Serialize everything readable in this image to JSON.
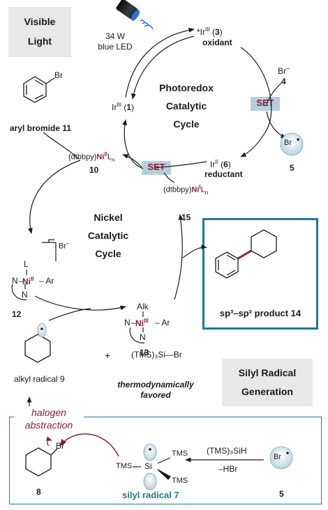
{
  "visible_light": [
    "Visible",
    "Light"
  ],
  "led": {
    "power": "34 W",
    "color": "blue LED"
  },
  "ir_star": {
    "sym": "*Ir",
    "ox": "III",
    "num": "3"
  },
  "oxidant": "oxidant",
  "bromide_anion": {
    "sym": "Br",
    "charge": "–",
    "num": "4"
  },
  "set_label": "SET",
  "photoredox": [
    "Photoredox",
    "Catalytic",
    "Cycle"
  ],
  "ir1": {
    "sym": "Ir",
    "ox": "III",
    "num": "1"
  },
  "ir6": {
    "sym": "Ir",
    "ox": "II",
    "num": "6"
  },
  "reductant": "reductant",
  "br_radical": {
    "sym": "Br",
    "num": "5"
  },
  "aryl_bromide": {
    "br": "Br",
    "label": "aryl bromide 11"
  },
  "ni0": {
    "ligand": "(dtbbpy)",
    "metal": "Ni",
    "ox": "0",
    "ln": "L",
    "n": "n",
    "num": "10"
  },
  "ni1": {
    "ligand": "(dtbbpy)",
    "metal": "Ni",
    "ox": "I",
    "ln": "L",
    "n": "n",
    "num": "15"
  },
  "nickel": [
    "Nickel",
    "Catalytic",
    "Cycle"
  ],
  "ni12": {
    "L": "L",
    "metal": "Ni",
    "ox": "II",
    "N": "N",
    "Ar": "Ar",
    "Br": "Br",
    "charge": "–",
    "num": "12"
  },
  "ni13": {
    "Alk": "Alk",
    "metal": "Ni",
    "ox": "III",
    "N": "N",
    "Ar": "Ar",
    "num": "13"
  },
  "product": "sp³–sp² product 14",
  "alkyl_radical": "alkyl radical 9",
  "plus": "+",
  "tms_si_br": "(TMS)₃Si—Br",
  "thermo": [
    "thermodynamically",
    "favored"
  ],
  "silyl_gen": [
    "Silyl Radical",
    "Generation"
  ],
  "halogen": [
    "halogen",
    "abstraction"
  ],
  "br8": {
    "br": "Br",
    "num": "8"
  },
  "silyl": {
    "tms": "TMS",
    "si": "Si",
    "label": "silyl radical 7"
  },
  "tms3sih": "(TMS)₃SiH",
  "hbr": "–HBr",
  "br5b": {
    "sym": "Br",
    "num": "5"
  },
  "colors": {
    "teal": "#1f7a92",
    "magenta": "#8a1f3d",
    "set_fill": "#b7cfdc",
    "gray_box": "#e8e8e8"
  }
}
